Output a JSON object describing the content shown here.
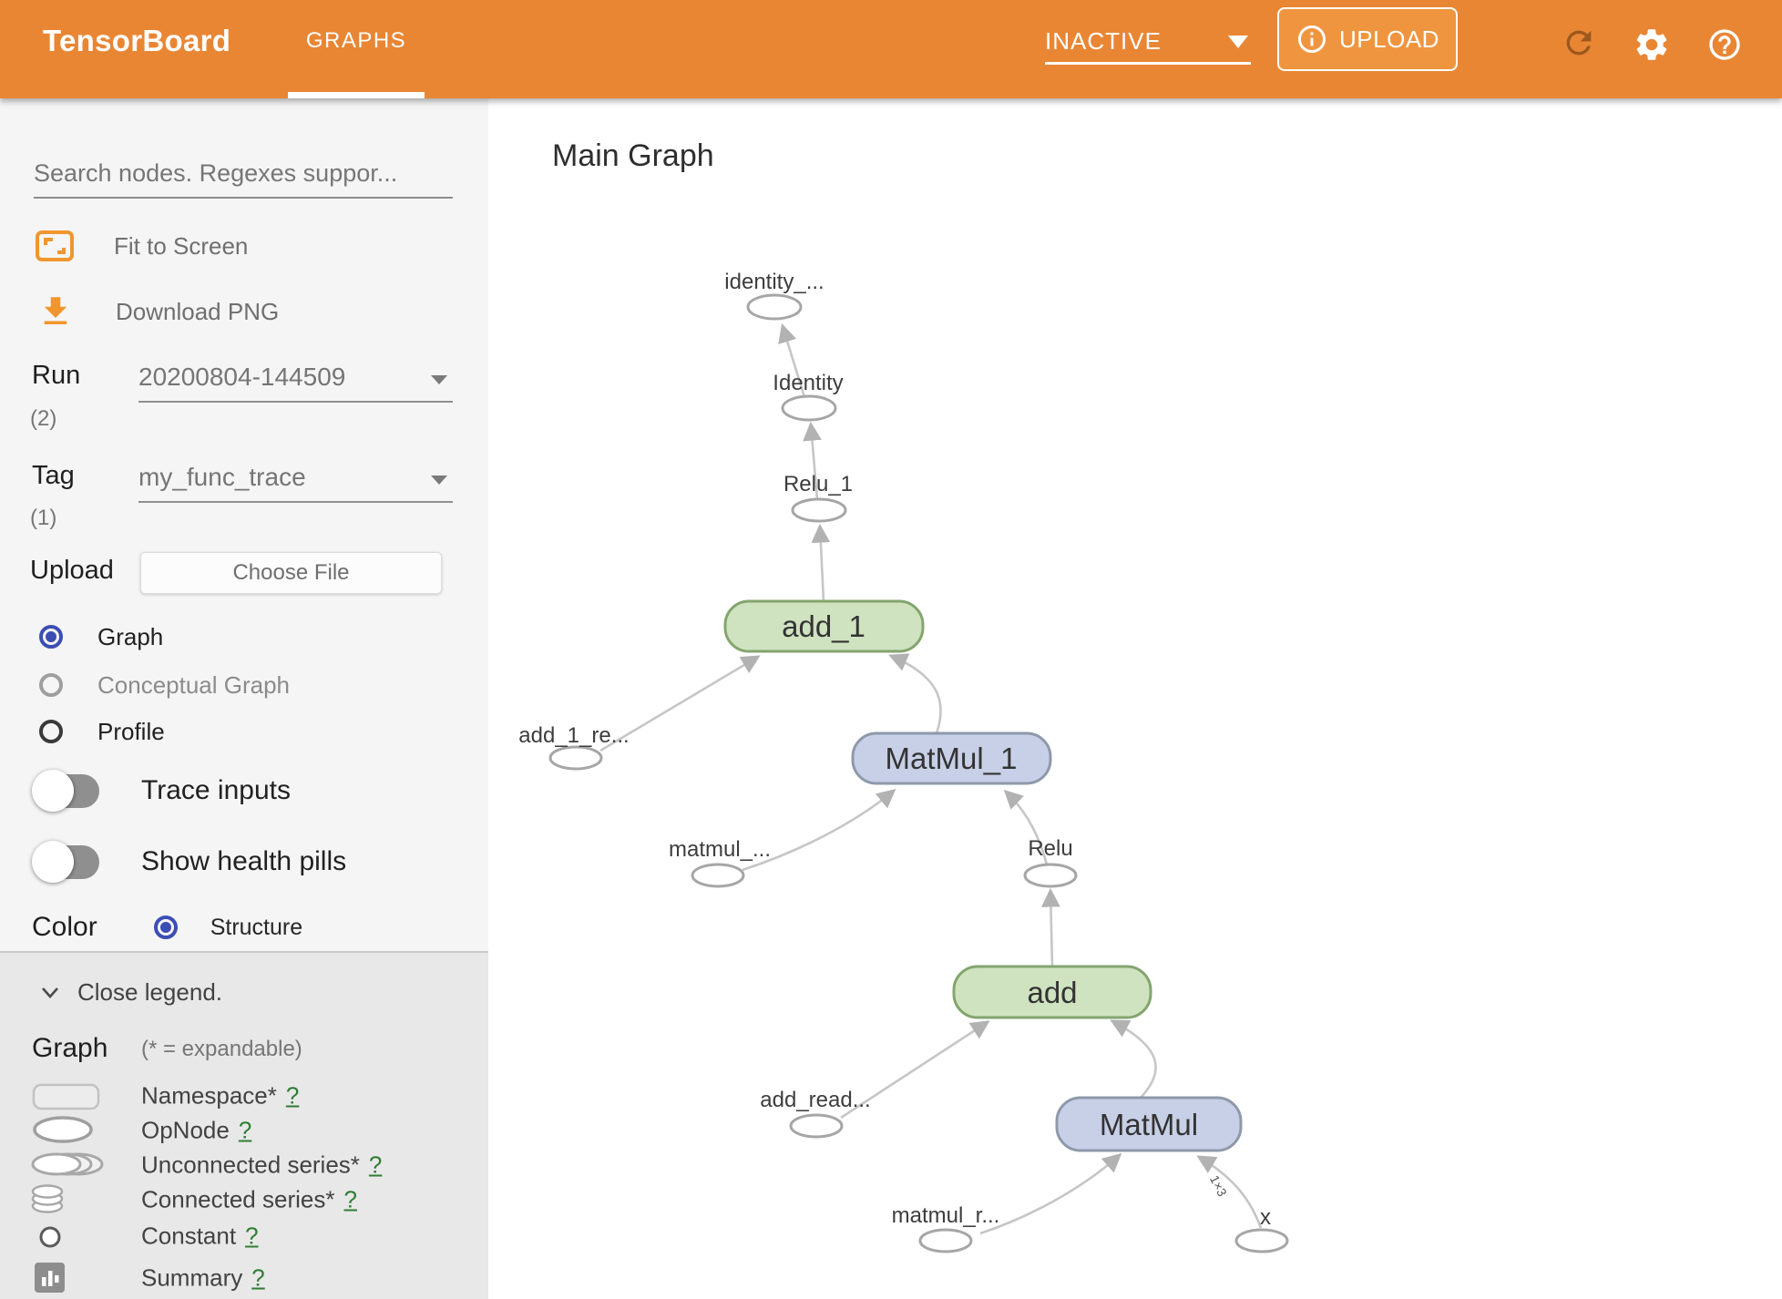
{
  "header": {
    "brand": "TensorBoard",
    "tab_graphs": "GRAPHS",
    "status": "INACTIVE",
    "upload": "UPLOAD"
  },
  "sidebar": {
    "search_placeholder": "Search nodes. Regexes suppor...",
    "fit_to_screen": "Fit to Screen",
    "download_png": "Download PNG",
    "run_label": "Run",
    "run_count": "(2)",
    "run_value": "20200804-144509",
    "tag_label": "Tag",
    "tag_count": "(1)",
    "tag_value": "my_func_trace",
    "upload_label": "Upload",
    "choose_file": "Choose File",
    "radio_graph": "Graph",
    "radio_conceptual": "Conceptual Graph",
    "radio_profile": "Profile",
    "toggle_trace": "Trace inputs",
    "toggle_health": "Show health pills",
    "color_label": "Color",
    "color_structure": "Structure",
    "legend": {
      "close": "Close legend.",
      "heading": "Graph",
      "note": "(* = expandable)",
      "help": "?",
      "items": [
        {
          "label": "Namespace*",
          "icon": "namespace-icon"
        },
        {
          "label": "OpNode",
          "icon": "opnode-icon"
        },
        {
          "label": "Unconnected series*",
          "icon": "unconnected-series-icon"
        },
        {
          "label": "Connected series*",
          "icon": "connected-series-icon"
        },
        {
          "label": "Constant",
          "icon": "constant-icon"
        },
        {
          "label": "Summary",
          "icon": "summary-icon"
        }
      ]
    }
  },
  "main": {
    "title": "Main Graph",
    "graph": {
      "nodes": {
        "identity_out": "identity_...",
        "identity": "Identity",
        "relu_1": "Relu_1",
        "add_1": "add_1",
        "add_1_read": "add_1_re...",
        "matmul_1": "MatMul_1",
        "matmul_1_read": "matmul_...",
        "relu": "Relu",
        "add": "add",
        "add_read": "add_read...",
        "matmul": "MatMul",
        "matmul_read": "matmul_r...",
        "x": "x"
      },
      "edge_label": "1×3"
    }
  },
  "colors": {
    "header_orange": "#e98634",
    "upload_button_orange": "#f0953f",
    "accent_blue": "#3c4eb3",
    "help_green": "#2e7d32",
    "green_node_fill": "#cfe3c0",
    "green_node_border": "#84a56e",
    "blue_node_fill": "#c8d0e7",
    "blue_node_border": "#8e99aa",
    "sidebar_bg": "#f5f5f5",
    "legend_bg": "#e8e8e8"
  }
}
